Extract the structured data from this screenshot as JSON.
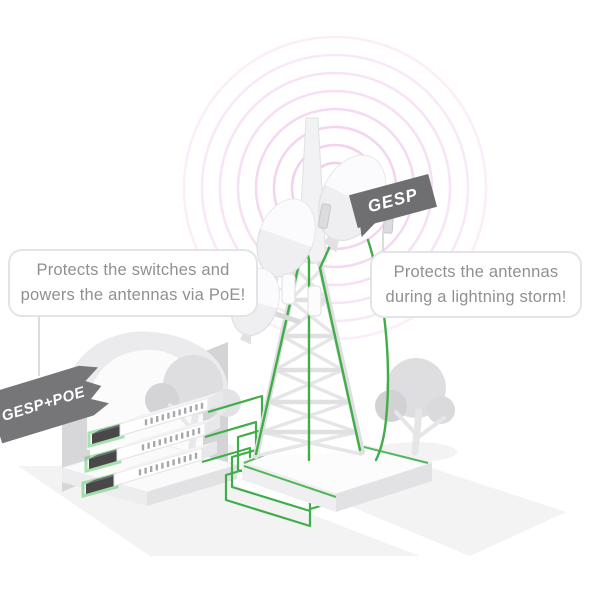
{
  "diagram": {
    "callout_left": {
      "text": "Protects the switches and\npowers the antennas via PoE!"
    },
    "callout_right": {
      "text": "Protects the antennas\nduring a lightning storm!"
    },
    "tag_gesp": {
      "label": "GESP"
    },
    "tag_gesp_poe": {
      "label": "GESP+POE"
    },
    "colors": {
      "cable_green": "#3fae49",
      "cable_green_glow": "#52c95f",
      "wave_pink": "#efc2ea",
      "tag_gray": "#6f6f71",
      "banner_gray": "#767678",
      "callout_text_gray": "#8f9094",
      "callout_border": "#e4e4e6",
      "structure_light_gray": "#e6e6e8"
    },
    "icons": [
      "radio-waves-icon",
      "antenna-tower-icon",
      "dish-antenna-icon",
      "network-switch-icon",
      "surge-protector-icon",
      "ethernet-cable-icon",
      "equipment-building-icon",
      "tree-icon"
    ]
  }
}
